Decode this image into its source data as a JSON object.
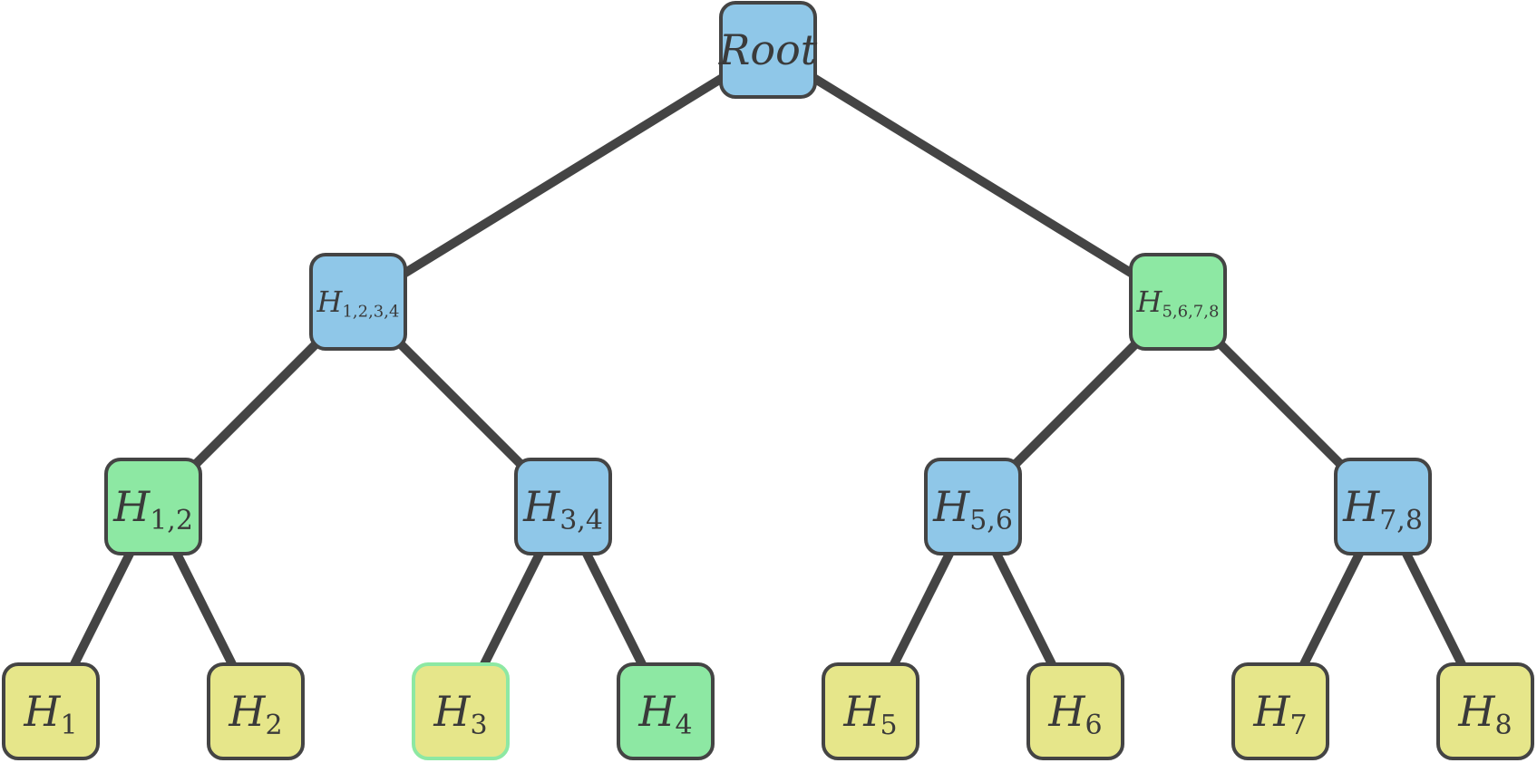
{
  "tree": {
    "nodes": [
      {
        "id": "root",
        "base": "Root",
        "sub": "",
        "fill": "#8fc7e8"
      },
      {
        "id": "h1234",
        "base": "H",
        "sub": "1,2,3,4",
        "fill": "#8fc7e8"
      },
      {
        "id": "h5678",
        "base": "H",
        "sub": "5,6,7,8",
        "fill": "#8de8a3"
      },
      {
        "id": "h12",
        "base": "H",
        "sub": "1,2",
        "fill": "#8de8a3"
      },
      {
        "id": "h34",
        "base": "H",
        "sub": "3,4",
        "fill": "#8fc7e8"
      },
      {
        "id": "h56",
        "base": "H",
        "sub": "5,6",
        "fill": "#8fc7e8"
      },
      {
        "id": "h78",
        "base": "H",
        "sub": "7,8",
        "fill": "#8fc7e8"
      },
      {
        "id": "h1",
        "base": "H",
        "sub": "1",
        "fill": "#e6e68a"
      },
      {
        "id": "h2",
        "base": "H",
        "sub": "2",
        "fill": "#e6e68a"
      },
      {
        "id": "h3",
        "base": "H",
        "sub": "3",
        "fill": "#e6e68a",
        "border": "#8de8a3"
      },
      {
        "id": "h4",
        "base": "H",
        "sub": "4",
        "fill": "#8de8a3"
      },
      {
        "id": "h5",
        "base": "H",
        "sub": "5",
        "fill": "#e6e68a"
      },
      {
        "id": "h6",
        "base": "H",
        "sub": "6",
        "fill": "#e6e68a"
      },
      {
        "id": "h7",
        "base": "H",
        "sub": "7",
        "fill": "#e6e68a"
      },
      {
        "id": "h8",
        "base": "H",
        "sub": "8",
        "fill": "#e6e68a"
      }
    ],
    "edges": [
      [
        "root",
        "h1234"
      ],
      [
        "root",
        "h5678"
      ],
      [
        "h1234",
        "h12"
      ],
      [
        "h1234",
        "h34"
      ],
      [
        "h5678",
        "h56"
      ],
      [
        "h5678",
        "h78"
      ],
      [
        "h12",
        "h1"
      ],
      [
        "h12",
        "h2"
      ],
      [
        "h34",
        "h3"
      ],
      [
        "h34",
        "h4"
      ],
      [
        "h56",
        "h5"
      ],
      [
        "h56",
        "h6"
      ],
      [
        "h78",
        "h7"
      ],
      [
        "h78",
        "h8"
      ]
    ],
    "colors": {
      "edge": "#444444",
      "border": "#444444",
      "internal_blue": "#8fc7e8",
      "proof_green": "#8de8a3",
      "leaf_yellow": "#e6e68a"
    }
  }
}
